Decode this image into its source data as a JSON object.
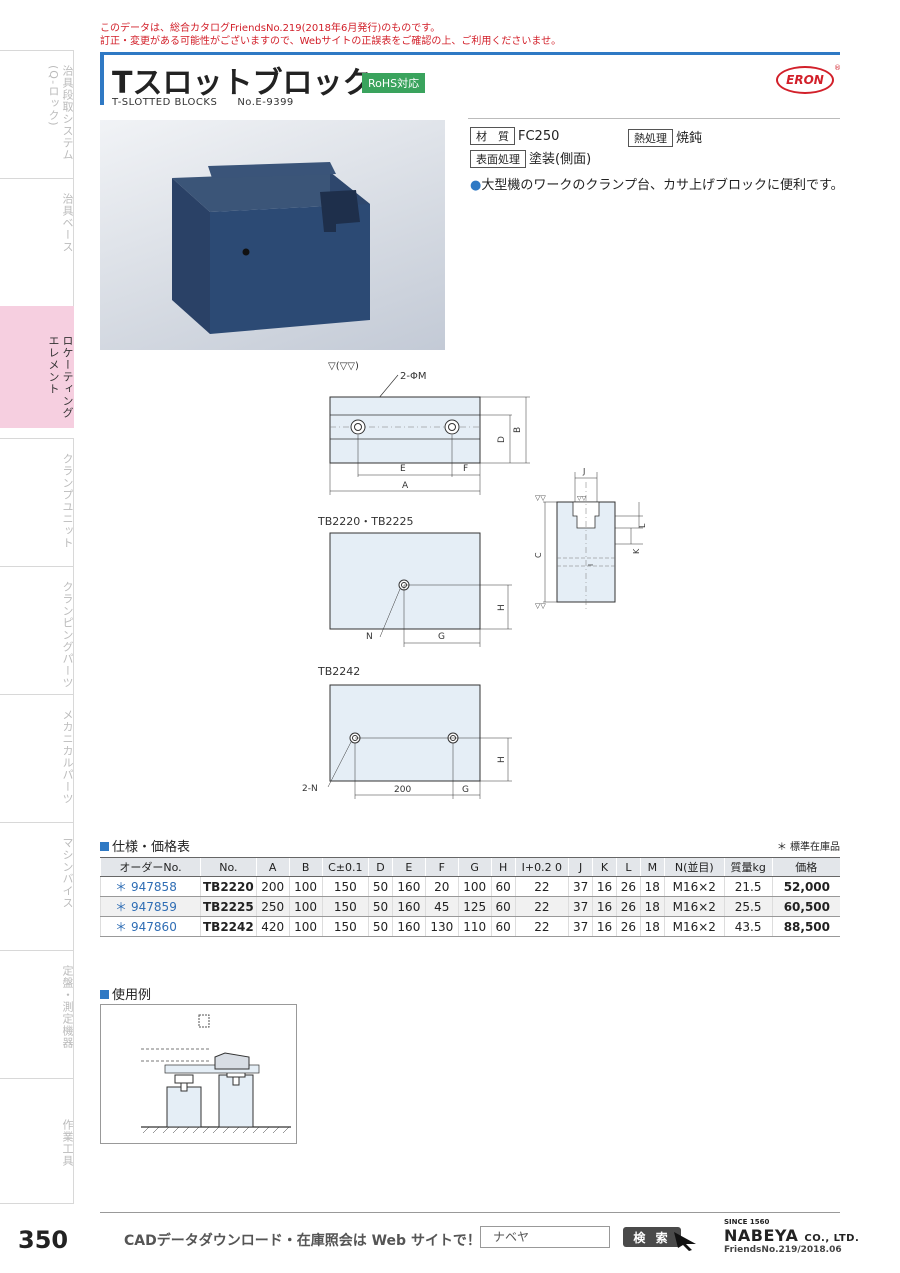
{
  "notice": {
    "line1": "このデータは、総合カタログFriendsNo.219(2018年6月発行)のものです。",
    "line2": "訂正・変更がある可能性がございますので、Webサイトの正誤表をご確認の上、ご利用くださいませ。"
  },
  "sidebar": {
    "items": [
      {
        "label": "治具段取システム(Q-ロック)"
      },
      {
        "label": "治具ベース"
      },
      {
        "label": "ロケーティングエレメント"
      },
      {
        "label": "クランプユニット"
      },
      {
        "label": "クランピングパーツ"
      },
      {
        "label": "メカニカルパーツ"
      },
      {
        "label": "マシンバイス"
      },
      {
        "label": "定盤・測定機器"
      },
      {
        "label": "作業工具"
      }
    ]
  },
  "header": {
    "title": "Tスロットブロック",
    "rohs": "RoHS対応",
    "subtitle_en": "T-SLOTTED  BLOCKS",
    "subtitle_no": "No.E-9399",
    "brand_logo": "ERON"
  },
  "specs": {
    "material_label": "材　質",
    "material_value": "FC250",
    "heat_label": "熱処理",
    "heat_value": "焼鈍",
    "surface_label": "表面処理",
    "surface_value": "塗装(側面)",
    "description": "大型機のワークのクランプ台、カサ上げブロックに便利です。"
  },
  "drawing": {
    "finish_mark": "▽(▽▽)",
    "hole_label": "2-ΦM",
    "label_A": "A",
    "label_B": "B",
    "label_D": "D",
    "label_E": "E",
    "label_F": "F",
    "label_C": "C",
    "label_G": "G",
    "label_H": "H",
    "label_N": "N",
    "label_2N": "2-N",
    "label_200": "200",
    "label_J": "J",
    "label_K": "K",
    "label_L": "L",
    "label_I": "I",
    "view1_title": "TB2220・TB2225",
    "view2_title": "TB2242"
  },
  "table_section": {
    "title": "仕様・価格表",
    "stock_note": "＊ 標準在庫品",
    "headers": [
      "オーダーNo.",
      "No.",
      "A",
      "B",
      "C±0.1",
      "D",
      "E",
      "F",
      "G",
      "H",
      "I+0.2 0",
      "J",
      "K",
      "L",
      "M",
      "N(並目)",
      "質量kg",
      "価格"
    ],
    "rows": [
      {
        "star": "＊",
        "order": "947858",
        "no": "TB2220",
        "A": "200",
        "B": "100",
        "C": "150",
        "D": "50",
        "E": "160",
        "F": "20",
        "G": "100",
        "H": "60",
        "I": "22",
        "J": "37",
        "K": "16",
        "L": "26",
        "M": "18",
        "N": "M16×2",
        "mass": "21.5",
        "price": "52,000"
      },
      {
        "star": "＊",
        "order": "947859",
        "no": "TB2225",
        "A": "250",
        "B": "100",
        "C": "150",
        "D": "50",
        "E": "160",
        "F": "45",
        "G": "125",
        "H": "60",
        "I": "22",
        "J": "37",
        "K": "16",
        "L": "26",
        "M": "18",
        "N": "M16×2",
        "mass": "25.5",
        "price": "60,500"
      },
      {
        "star": "＊",
        "order": "947860",
        "no": "TB2242",
        "A": "420",
        "B": "100",
        "C": "150",
        "D": "50",
        "E": "160",
        "F": "130",
        "G": "110",
        "H": "60",
        "I": "22",
        "J": "37",
        "K": "16",
        "L": "26",
        "M": "18",
        "N": "M16×2",
        "mass": "43.5",
        "price": "88,500"
      }
    ]
  },
  "usage_section": {
    "title": "使用例"
  },
  "footer": {
    "page": "350",
    "cad_text": "CADデータダウンロード・在庫照会は Web サイトで！",
    "search_value": "ナベヤ",
    "search_button": "検 索",
    "since": "SINCE 1560",
    "company": "NABEYA",
    "company_suffix": "CO., LTD.",
    "friends": "FriendsNo.219/2018.06"
  }
}
